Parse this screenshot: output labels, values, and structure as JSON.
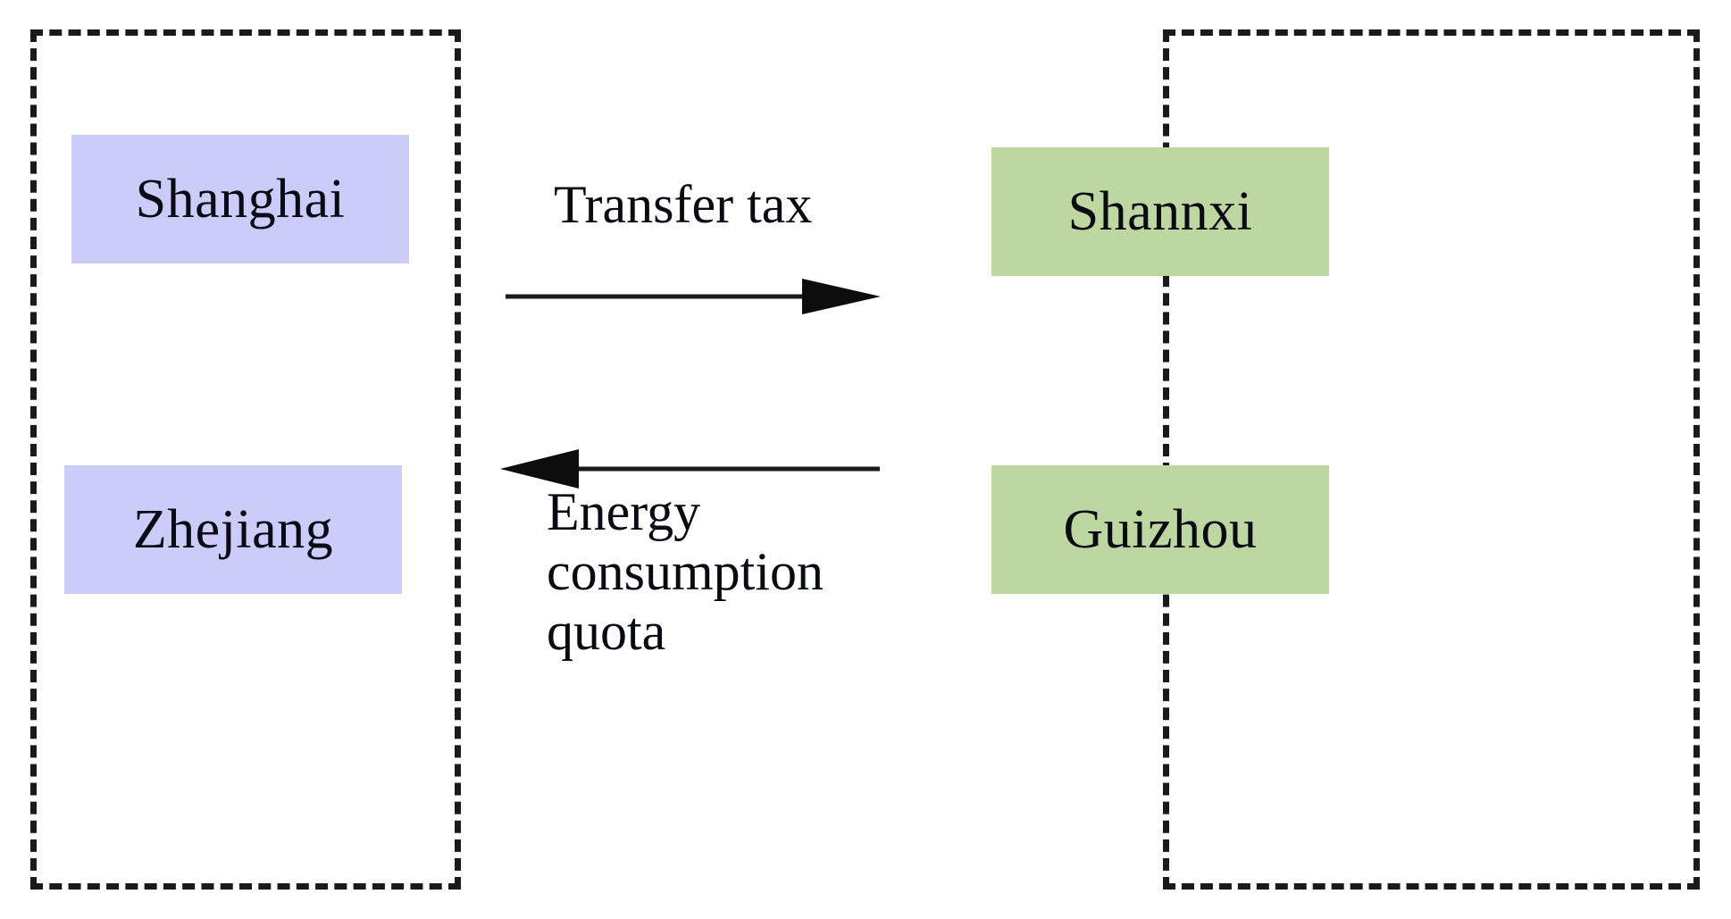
{
  "diagram": {
    "type": "flow",
    "title": "",
    "groups": [
      {
        "id": "eastern-region",
        "label": "",
        "border_style": "dashed",
        "nodes": [
          {
            "id": "shanghai",
            "label": "Shanghai",
            "color": "#ccccfa"
          },
          {
            "id": "zhejiang",
            "label": "Zhejiang",
            "color": "#ccccfa"
          }
        ]
      },
      {
        "id": "western-region",
        "label": "",
        "border_style": "dashed",
        "nodes": [
          {
            "id": "shannxi",
            "label": "Shannxi",
            "color": "#bcd8a0"
          },
          {
            "id": "guizhou",
            "label": "Guizhou",
            "color": "#bcd8a0"
          }
        ]
      }
    ],
    "edges": [
      {
        "id": "transfer-tax",
        "label": "Transfer tax",
        "from": "eastern-region",
        "to": "western-region",
        "direction": "right",
        "color": "#1a1a1a"
      },
      {
        "id": "energy-consumption-quota",
        "label": "Energy\nconsumption\nquota",
        "from": "western-region",
        "to": "eastern-region",
        "direction": "left",
        "color": "#1a1a1a"
      }
    ],
    "colors": {
      "group_border": "#1a1a1a",
      "east_node_fill": "#ccccfa",
      "west_node_fill": "#bcd8a0",
      "arrow": "#1a1a1a",
      "text": "#0a0a14",
      "background": "#ffffff"
    }
  }
}
